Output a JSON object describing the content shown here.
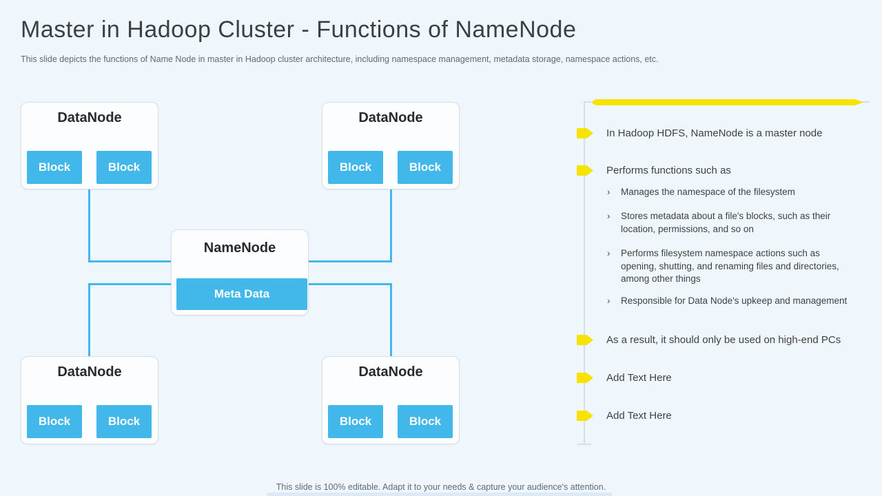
{
  "slide": {
    "title": "Master in Hadoop Cluster - Functions of NameNode",
    "subtitle": "This slide depicts the functions of Name Node in master in Hadoop cluster architecture, including namespace management, metadata storage, namespace actions, etc.",
    "footer": "This slide is 100% editable. Adapt it to your needs & capture your audience's attention."
  },
  "diagram": {
    "nodes": [
      {
        "title": "DataNode",
        "blocks": [
          "Block",
          "Block"
        ]
      },
      {
        "title": "DataNode",
        "blocks": [
          "Block",
          "Block"
        ]
      },
      {
        "title": "NameNode",
        "button": "Meta Data"
      },
      {
        "title": "DataNode",
        "blocks": [
          "Block",
          "Block"
        ]
      },
      {
        "title": "DataNode",
        "blocks": [
          "Block",
          "Block"
        ]
      }
    ]
  },
  "bullets": {
    "chevron_glyph": "›",
    "items": [
      {
        "text": "In Hadoop HDFS, NameNode is a master node"
      },
      {
        "text": "Performs functions such as",
        "sub": [
          "Manages the namespace of the filesystem",
          "Stores metadata about a file's blocks, such as their location, permissions, and so on",
          "Performs filesystem namespace actions such as opening, shutting, and renaming files and directories, among other things",
          "Responsible for Data Node's upkeep and management"
        ]
      },
      {
        "text": "As a result, it should only be used on high-end PCs"
      },
      {
        "text": "Add Text Here"
      },
      {
        "text": "Add Text Here"
      }
    ]
  },
  "colors": {
    "background": "#eff7fd",
    "accent_blue": "#41b7ea",
    "accent_yellow": "#f6e303",
    "timeline_gray": "#d7dde2",
    "text_dark": "#404040",
    "text_muted": "#5f6a72"
  }
}
